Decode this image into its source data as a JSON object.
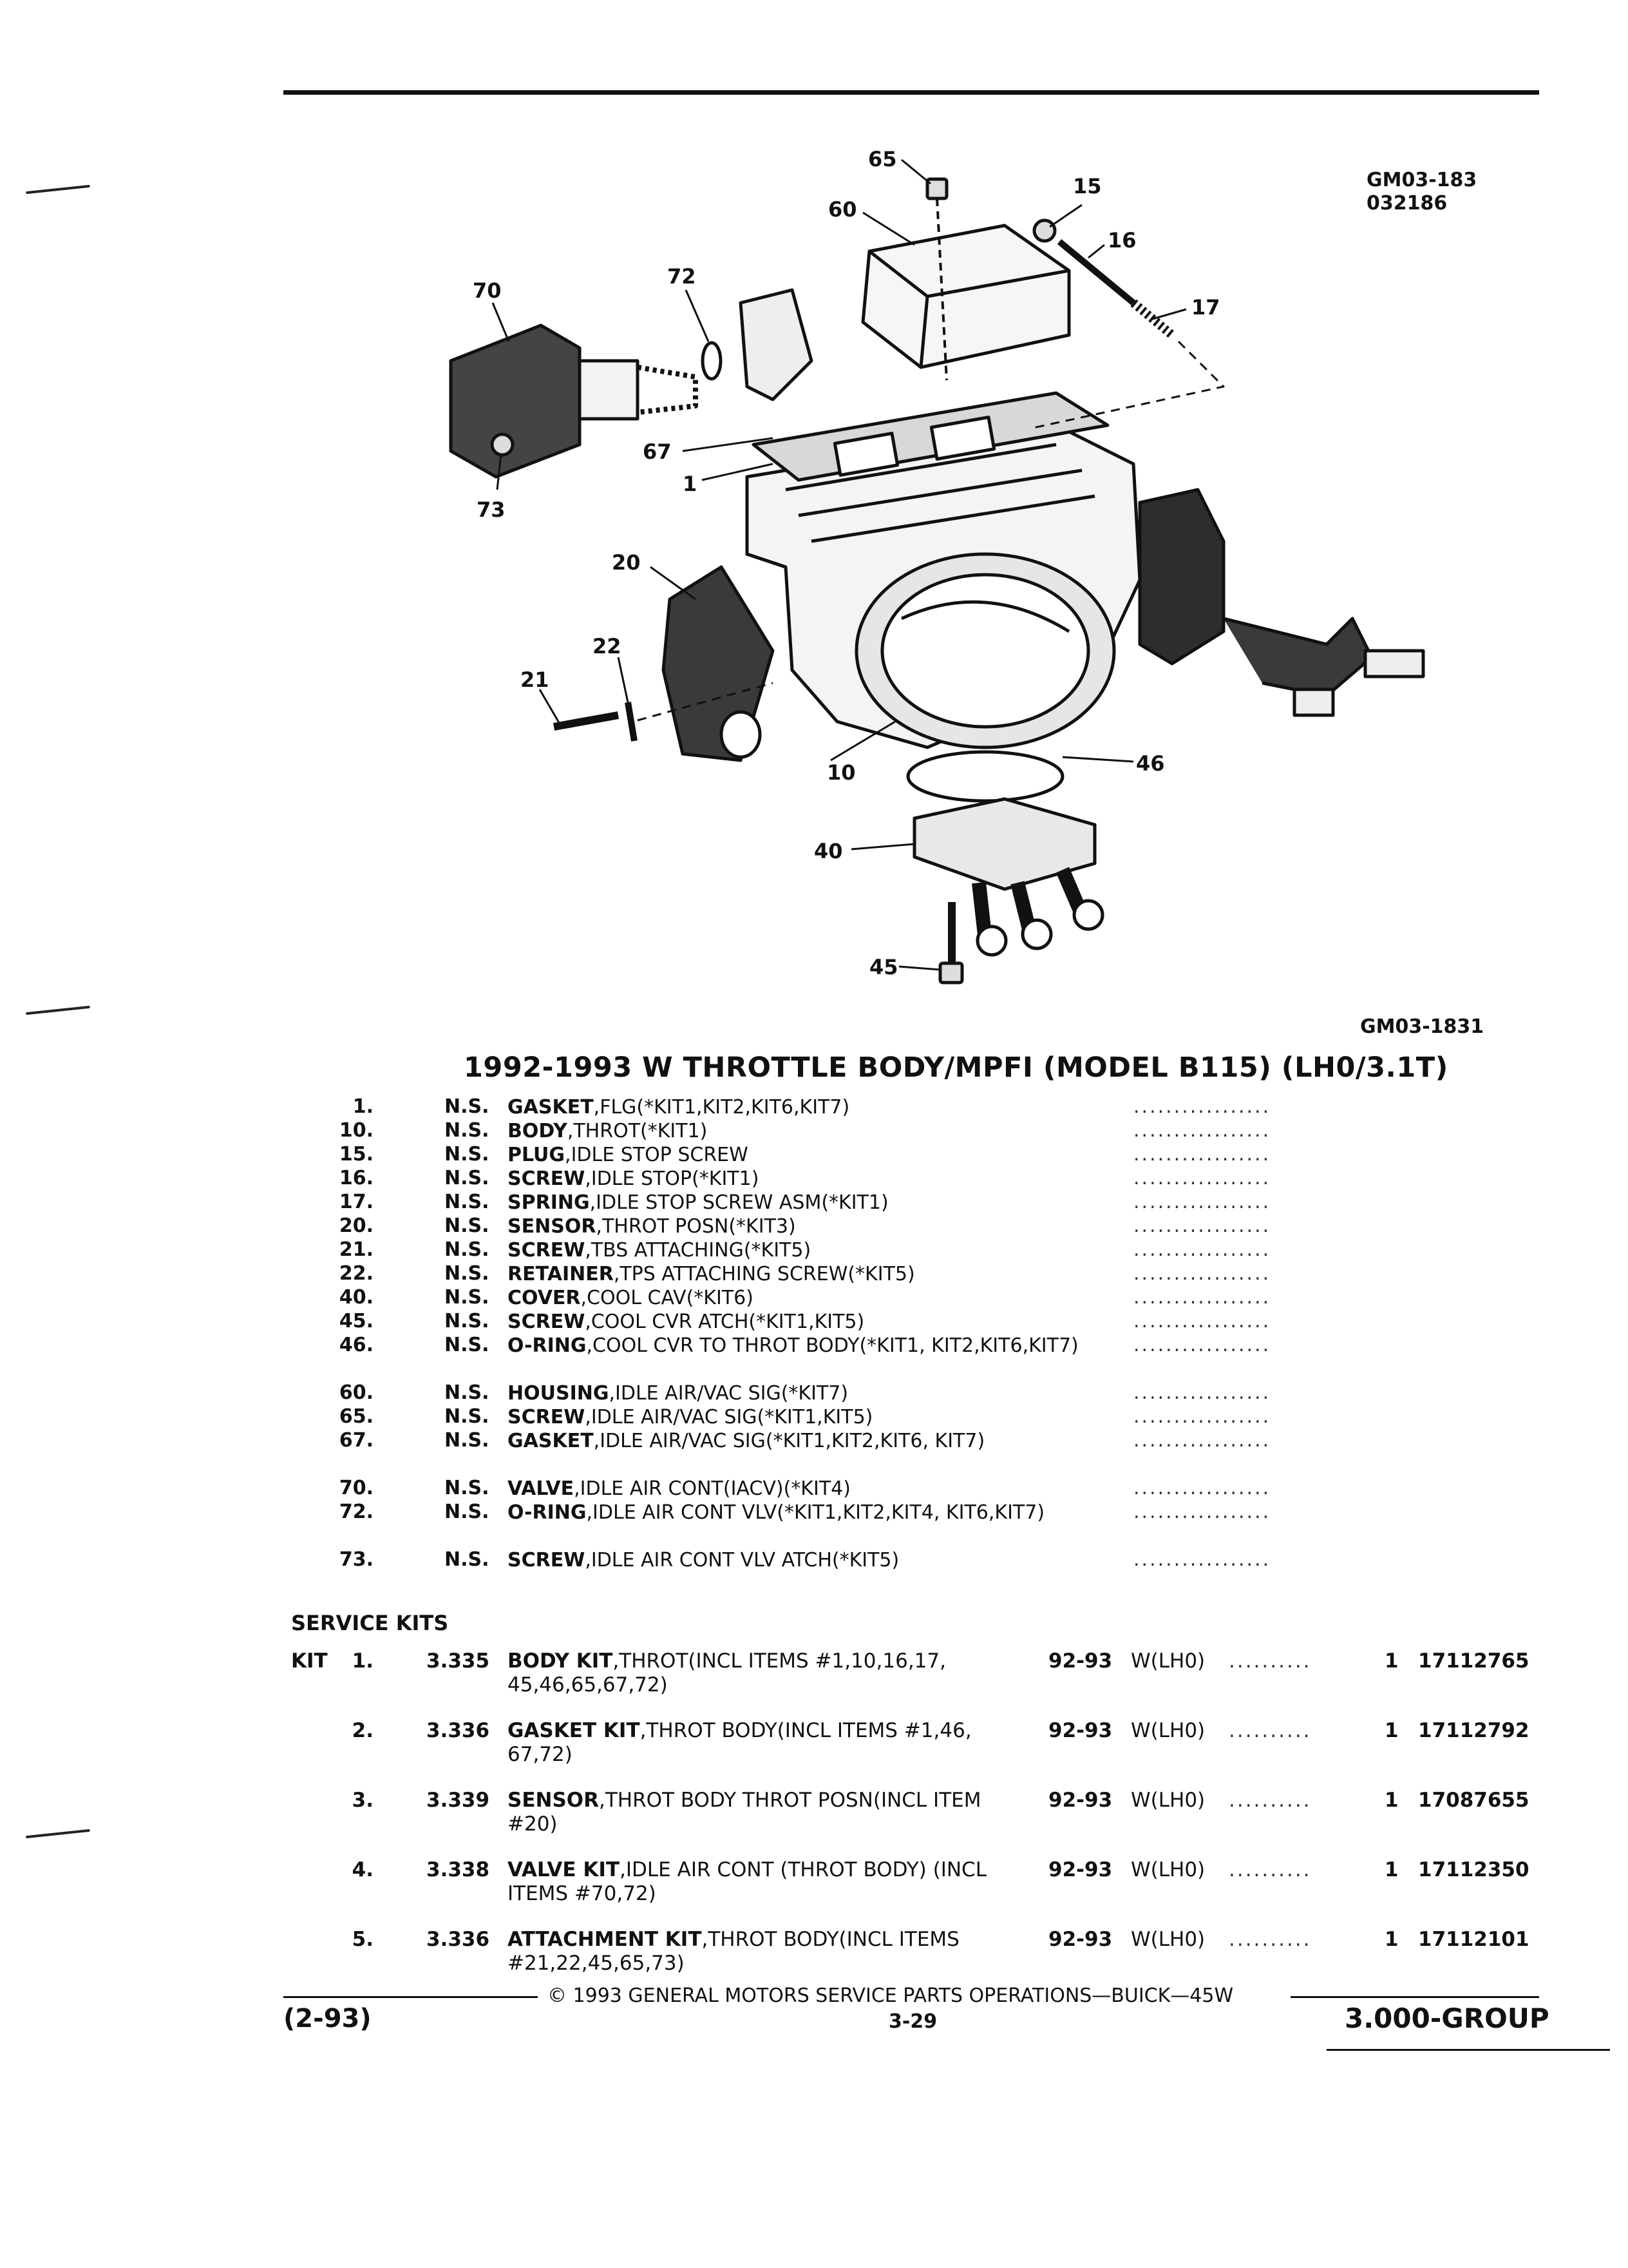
{
  "figure": {
    "ident_top": [
      "GM03-183",
      "032186"
    ],
    "ident_bottom": "GM03-1831",
    "callouts": [
      "65",
      "60",
      "15",
      "16",
      "17",
      "70",
      "72",
      "67",
      "1",
      "73",
      "20",
      "22",
      "21",
      "10",
      "46",
      "40",
      "45"
    ]
  },
  "title": "1992-1993 W THROTTLE BODY/MPFI (MODEL B115) (LH0/3.1T)",
  "parts": [
    {
      "num": "1.",
      "ns": "N.S.",
      "name": "GASKET",
      "desc": ",FLG(*KIT1,KIT2,KIT6,KIT7)",
      "dots": ".................",
      "lines": 1
    },
    {
      "num": "10.",
      "ns": "N.S.",
      "name": "BODY",
      "desc": ",THROT(*KIT1)",
      "dots": ".................",
      "lines": 1
    },
    {
      "num": "15.",
      "ns": "N.S.",
      "name": "PLUG",
      "desc": ",IDLE STOP SCREW",
      "dots": ".................",
      "lines": 1
    },
    {
      "num": "16.",
      "ns": "N.S.",
      "name": "SCREW",
      "desc": ",IDLE STOP(*KIT1)",
      "dots": ".................",
      "lines": 1
    },
    {
      "num": "17.",
      "ns": "N.S.",
      "name": "SPRING",
      "desc": ",IDLE STOP SCREW ASM(*KIT1)",
      "dots": ".................",
      "lines": 1
    },
    {
      "num": "20.",
      "ns": "N.S.",
      "name": "SENSOR",
      "desc": ",THROT POSN(*KIT3)",
      "dots": ".................",
      "lines": 1
    },
    {
      "num": "21.",
      "ns": "N.S.",
      "name": "SCREW",
      "desc": ",TBS ATTACHING(*KIT5)",
      "dots": ".................",
      "lines": 1
    },
    {
      "num": "22.",
      "ns": "N.S.",
      "name": "RETAINER",
      "desc": ",TPS ATTACHING SCREW(*KIT5)",
      "dots": ".................",
      "lines": 1
    },
    {
      "num": "40.",
      "ns": "N.S.",
      "name": "COVER",
      "desc": ",COOL CAV(*KIT6)",
      "dots": ".................",
      "lines": 1
    },
    {
      "num": "45.",
      "ns": "N.S.",
      "name": "SCREW",
      "desc": ",COOL CVR ATCH(*KIT1,KIT5)",
      "dots": ".................",
      "lines": 1
    },
    {
      "num": "46.",
      "ns": "N.S.",
      "name": "O-RING",
      "desc": ",COOL CVR TO THROT BODY(*KIT1, KIT2,KIT6,KIT7)",
      "dots": ".................",
      "lines": 2
    },
    {
      "num": "60.",
      "ns": "N.S.",
      "name": "HOUSING",
      "desc": ",IDLE AIR/VAC SIG(*KIT7)",
      "dots": ".................",
      "lines": 1
    },
    {
      "num": "65.",
      "ns": "N.S.",
      "name": "SCREW",
      "desc": ",IDLE AIR/VAC SIG(*KIT1,KIT5)",
      "dots": ".................",
      "lines": 1
    },
    {
      "num": "67.",
      "ns": "N.S.",
      "name": "GASKET",
      "desc": ",IDLE AIR/VAC SIG(*KIT1,KIT2,KIT6, KIT7)",
      "dots": ".................",
      "lines": 2
    },
    {
      "num": "70.",
      "ns": "N.S.",
      "name": "VALVE",
      "desc": ",IDLE AIR CONT(IACV)(*KIT4)",
      "dots": ".................",
      "lines": 1
    },
    {
      "num": "72.",
      "ns": "N.S.",
      "name": "O-RING",
      "desc": ",IDLE AIR CONT VLV(*KIT1,KIT2,KIT4, KIT6,KIT7)",
      "dots": ".................",
      "lines": 2
    },
    {
      "num": "73.",
      "ns": "N.S.",
      "name": "SCREW",
      "desc": ",IDLE AIR CONT VLV ATCH(*KIT5)",
      "dots": ".................",
      "lines": 1
    }
  ],
  "service_kits_heading": "SERVICE KITS",
  "kits": [
    {
      "kit": "KIT",
      "num": "1.",
      "group": "3.335",
      "name": "BODY KIT",
      "desc": ",THROT(INCL ITEMS #1,10,16,17, 45,46,65,67,72)",
      "years": "92-93",
      "model": "W(LH0)",
      "dots": "..........",
      "qty": "1",
      "part": "17112765"
    },
    {
      "kit": "",
      "num": "2.",
      "group": "3.336",
      "name": "GASKET KIT",
      "desc": ",THROT BODY(INCL ITEMS #1,46, 67,72)",
      "years": "92-93",
      "model": "W(LH0)",
      "dots": "..........",
      "qty": "1",
      "part": "17112792"
    },
    {
      "kit": "",
      "num": "3.",
      "group": "3.339",
      "name": "SENSOR",
      "desc": ",THROT BODY THROT POSN(INCL ITEM #20)",
      "years": "92-93",
      "model": "W(LH0)",
      "dots": "..........",
      "qty": "1",
      "part": "17087655"
    },
    {
      "kit": "",
      "num": "4.",
      "group": "3.338",
      "name": "VALVE KIT",
      "desc": ",IDLE AIR CONT (THROT BODY) (INCL ITEMS #70,72)",
      "years": "92-93",
      "model": "W(LH0)",
      "dots": "..........",
      "qty": "1",
      "part": "17112350"
    },
    {
      "kit": "",
      "num": "5.",
      "group": "3.336",
      "name": "ATTACHMENT KIT",
      "desc": ",THROT BODY(INCL ITEMS #21,22,45,65,73)",
      "years": "92-93",
      "model": "W(LH0)",
      "dots": "..........",
      "qty": "1",
      "part": "17112101"
    }
  ],
  "footer": {
    "copyright": "© 1993 GENERAL MOTORS SERVICE PARTS OPERATIONS—BUICK—45W",
    "date_code": "(2-93)",
    "page": "3-29",
    "group": "3.000-GROUP"
  }
}
